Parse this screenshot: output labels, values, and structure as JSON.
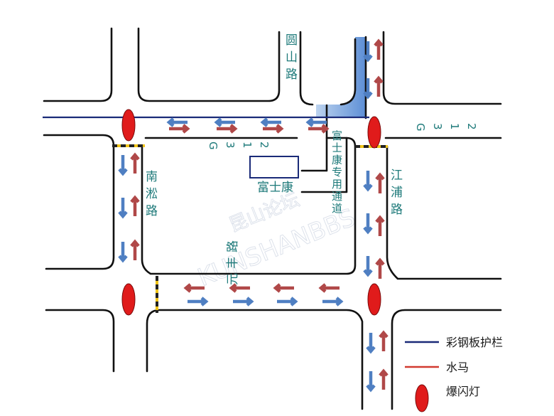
{
  "roads": {
    "yuanshan": [
      "圆",
      "山",
      "路"
    ],
    "g312_main": [
      "G",
      "3",
      "1",
      "2"
    ],
    "g312_right": [
      "G",
      "3",
      "1",
      "2"
    ],
    "nansong": [
      "南",
      "淞",
      "路"
    ],
    "jiangpu": [
      "江",
      "浦",
      "路"
    ],
    "yuanfeng": "元丰路",
    "fushikang_access": [
      "富",
      "士",
      "康",
      "专",
      "用",
      "通",
      "道"
    ]
  },
  "building": {
    "label": "富士康"
  },
  "legend": {
    "fence": "彩钢板护栏",
    "barrier": "水马",
    "flash_light": "爆闪灯"
  },
  "watermark": {
    "logo": "昆山论坛",
    "domain": "KUNSHANBBS"
  },
  "colors": {
    "fence": "#1a2a78",
    "barrier": "#d23a30",
    "arrow_blue": "#4f7fc2",
    "arrow_red": "#b04848",
    "flash_light": "#e01b1b",
    "label": "#1e7a7a",
    "closed_area": "#8fb4e3"
  }
}
